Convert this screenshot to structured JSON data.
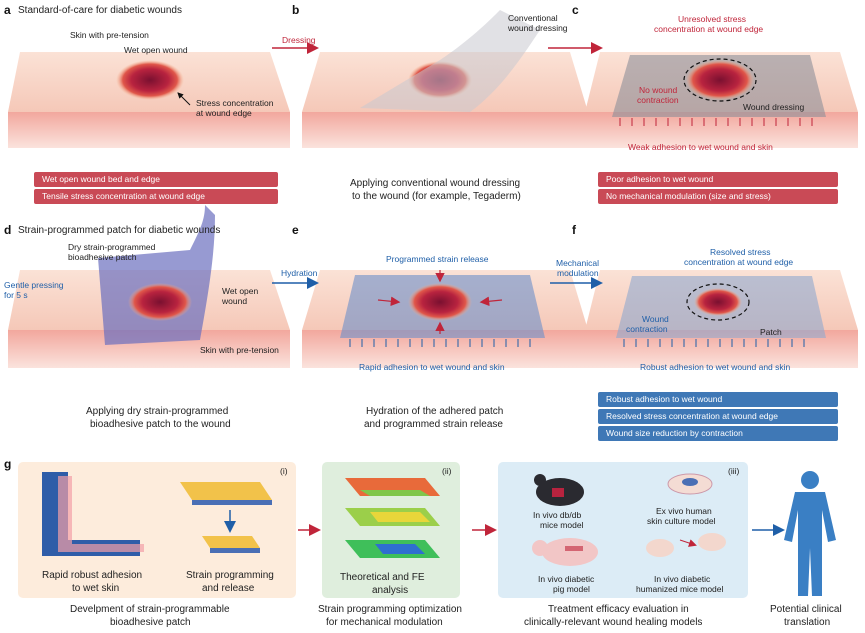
{
  "panels": {
    "a": {
      "letter": "a",
      "title": "Standard-of-care for diabetic wounds",
      "skin_label": "Skin with pre-tension",
      "wound_label": "Wet open wound",
      "stress_label_1": "Stress concentration",
      "stress_label_2": "at wound edge",
      "bars": [
        "Wet open wound bed and edge",
        "Tensile stress concentration at wound edge"
      ]
    },
    "b": {
      "letter": "b",
      "arrow_label": "Dressing",
      "dressing_label_1": "Conventional",
      "dressing_label_2": "wound dressing",
      "caption_1": "Applying conventional wound dressing",
      "caption_2": "to the wound (for example, Tegaderm)"
    },
    "c": {
      "letter": "c",
      "unresolved_1": "Unresolved stress",
      "unresolved_2": "concentration at wound edge",
      "no_contraction_1": "No wound",
      "no_contraction_2": "contraction",
      "dressing_label": "Wound dressing",
      "weak_adhesion": "Weak adhesion to wet wound and skin",
      "bars": [
        "Poor adhesion to wet wound",
        "No mechanical modulation (size and stress)"
      ]
    },
    "d": {
      "letter": "d",
      "title": "Strain-programmed patch for diabetic wounds",
      "patch_label_1": "Dry strain-programmed",
      "patch_label_2": "bioadhesive patch",
      "press_label_1": "Gentle pressing",
      "press_label_2": "for 5 s",
      "wound_label_1": "Wet open",
      "wound_label_2": "wound",
      "skin_label": "Skin with pre-tension",
      "caption_1": "Applying dry strain-programmed",
      "caption_2": "bioadhesive patch to the wound"
    },
    "e": {
      "letter": "e",
      "arrow_label": "Hydration",
      "release_label": "Programmed strain release",
      "adhesion_label": "Rapid adhesion to wet wound and skin",
      "caption_1": "Hydration of the adhered patch",
      "caption_2": "and programmed strain release"
    },
    "f": {
      "letter": "f",
      "arrow_label_1": "Mechanical",
      "arrow_label_2": "modulation",
      "resolved_1": "Resolved stress",
      "resolved_2": "concentration at wound edge",
      "contraction_1": "Wound",
      "contraction_2": "contraction",
      "patch_label": "Patch",
      "adhesion_label": "Robust adhesion to wet wound and skin",
      "bars": [
        "Robust adhesion to wet wound",
        "Resolved stress concentration at wound edge",
        "Wound size reduction by contraction"
      ]
    },
    "g": {
      "letter": "g",
      "box1": {
        "tag": "(i)",
        "label_left_1": "Rapid robust adhesion",
        "label_left_2": "to wet skin",
        "label_right_1": "Strain programming",
        "label_right_2": "and release",
        "caption_1": "Develpment of strain-programmable",
        "caption_2": "bioadhesive patch"
      },
      "box2": {
        "tag": "(ii)",
        "label_1": "Theoretical and FE",
        "label_2": "analysis",
        "caption_1": "Strain programming optimization",
        "caption_2": "for mechanical modulation"
      },
      "box3": {
        "tag": "(iii)",
        "mice_1": "In vivo db/db",
        "mice_2": "mice model",
        "human_1": "Ex vivo human",
        "human_2": "skin culture model",
        "pig_1": "In vivo diabetic",
        "pig_2": "pig model",
        "humanized_1": "In vivo diabetic",
        "humanized_2": "humanized mice model",
        "caption_1": "Treatment efficacy evaluation in",
        "caption_2": "clinically-relevant wound healing models"
      },
      "final_1": "Potential clinical",
      "final_2": "translation"
    }
  },
  "colors": {
    "skin_top": "#f6d6c9",
    "skin_side": "#f0a9a0",
    "wound": "#b8233f",
    "alert_red": "#c94a56",
    "accent_blue": "#3f78b6",
    "label_red": "#c0253a",
    "label_blue": "#1f5fa8",
    "box_orange": "#fdecdc",
    "box_green": "#dfeedd",
    "box_blue": "#dcecf6"
  }
}
